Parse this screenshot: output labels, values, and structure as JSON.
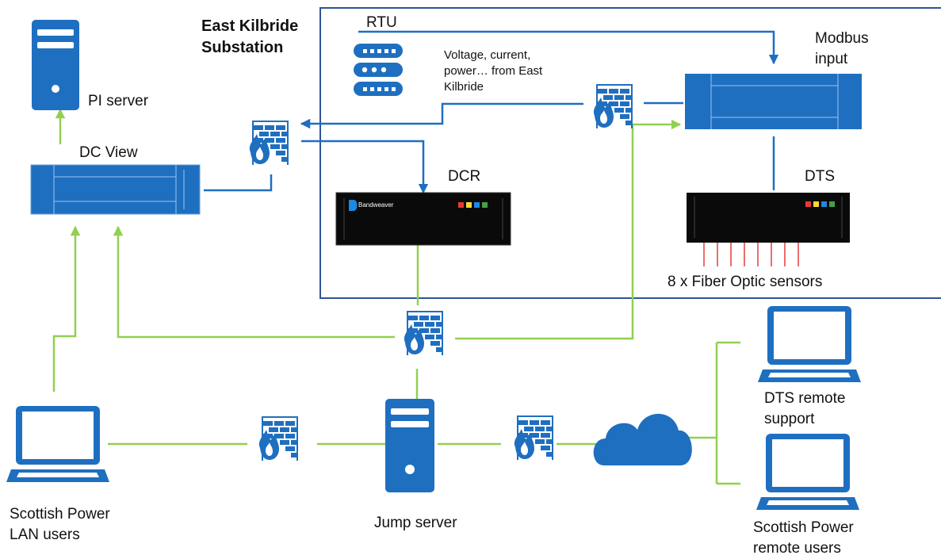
{
  "labels": {
    "substation": [
      "East Kilbride",
      "Substation"
    ],
    "rtu": "RTU",
    "modbus": [
      "Modbus",
      "input"
    ],
    "rtu_note": [
      "Voltage, current,",
      "power… from East",
      "Kilbride"
    ],
    "dcr": "DCR",
    "dts": "DTS",
    "fiber_sensors": "8 x Fiber Optic sensors",
    "pi_server": "PI server",
    "dc_view": "DC View",
    "lan_users": [
      "Scottish Power",
      "LAN users"
    ],
    "jump_server": "Jump server",
    "dts_support": [
      "DTS remote",
      "support"
    ],
    "remote_users": [
      "Scottish Power",
      "remote users"
    ],
    "dcr_brand": "Bandweaver"
  },
  "icons": [
    "server-icon",
    "rack-server-icon",
    "rtu-icon",
    "firewall-icon",
    "laptop-icon",
    "cloud-icon",
    "dcr-unit-icon",
    "dts-unit-icon"
  ],
  "colors": {
    "blue": "#1f6fc0",
    "green": "#92d050",
    "border": "#2f5597",
    "black_unit": "#0a0a0a",
    "sensor_red": "#e02020",
    "status_lights": [
      "#e53935",
      "#fdd835",
      "#1e88e5",
      "#43a047"
    ]
  }
}
